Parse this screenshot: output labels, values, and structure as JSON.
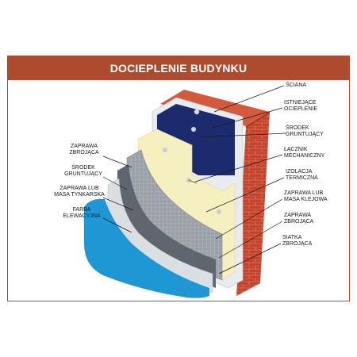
{
  "title": "DOCIEPLENIE BUDYNKU",
  "labels_right": [
    {
      "l1": "ŚCIANA",
      "l2": ""
    },
    {
      "l1": "ISTNIEJĄCE",
      "l2": "OCIEPLENIE"
    },
    {
      "l1": "ŚRODEK",
      "l2": "GRUNTUJĄCY"
    },
    {
      "l1": "ŁĄCZNIK",
      "l2": "MECHANICZNY"
    },
    {
      "l1": "IZOLACJA",
      "l2": "TERMICZNA"
    },
    {
      "l1": "ZAPRAWA LUB",
      "l2": "MASA KLEJOWA"
    },
    {
      "l1": "ZAPRAWA",
      "l2": "ZBROJĄCA"
    },
    {
      "l1": "SIATKA",
      "l2": "ZBROJĄCA"
    }
  ],
  "labels_left": [
    {
      "l1": "ZAPRAWA",
      "l2": "ZBROJĄCA"
    },
    {
      "l1": "ŚRODEK",
      "l2": "GRUNTUJĄCY"
    },
    {
      "l1": "ZAPRAWA LUB",
      "l2": "MASA TYNKARSKA"
    },
    {
      "l1": "FARBA",
      "l2": "ELEWACYJNA"
    }
  ],
  "colors": {
    "header": "#ad4b2e",
    "brick": "#c2442c",
    "insulation_dark": "#1c2a6e",
    "insulation_cream": "#f6efc0",
    "mesh_grey": "#8a8f96",
    "mortar_grey": "#5f6670",
    "primer_light": "#dcdfe2",
    "facade_blue": "#1f97d4"
  }
}
